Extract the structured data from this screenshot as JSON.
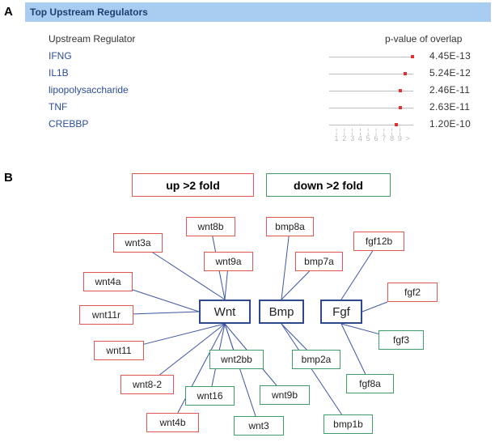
{
  "panels": {
    "a": "A",
    "b": "B"
  },
  "table": {
    "title": "Top Upstream Regulators",
    "col_regulator": "Upstream Regulator",
    "col_pvalue": "p-value of overlap",
    "rows": [
      {
        "name": "IFNG",
        "p": "4.45E-13",
        "neglog": 12.35
      },
      {
        "name": "IL1B",
        "p": "5.24E-12",
        "neglog": 11.28
      },
      {
        "name": "lipopolysaccharide",
        "p": "2.46E-11",
        "neglog": 10.61
      },
      {
        "name": "TNF",
        "p": "2.63E-11",
        "neglog": 10.58
      },
      {
        "name": "CREBBP",
        "p": "1.20E-10",
        "neglog": 9.92
      }
    ],
    "scale": [
      "1",
      "2",
      "3",
      "4",
      "5",
      "6",
      "7",
      "8",
      "9",
      ">"
    ],
    "colors": {
      "link": "#2b4d9a",
      "dot": "#e33030"
    }
  },
  "legend": {
    "up": "up >2 fold",
    "down": "down >2 fold",
    "up_color": "#e0574f",
    "down_color": "#3d9e6a"
  },
  "network": {
    "hubs": [
      {
        "id": "wnt",
        "label": "Wnt"
      },
      {
        "id": "bmp",
        "label": "Bmp"
      },
      {
        "id": "fgf",
        "label": "Fgf"
      }
    ],
    "nodes": [
      {
        "id": "wnt8b",
        "label": "wnt8b",
        "reg": "up",
        "hub": "wnt"
      },
      {
        "id": "wnt3a",
        "label": "wnt3a",
        "reg": "up",
        "hub": "wnt"
      },
      {
        "id": "wnt9a",
        "label": "wnt9a",
        "reg": "up",
        "hub": "wnt"
      },
      {
        "id": "wnt4a",
        "label": "wnt4a",
        "reg": "up",
        "hub": "wnt"
      },
      {
        "id": "wnt11r",
        "label": "wnt11r",
        "reg": "up",
        "hub": "wnt"
      },
      {
        "id": "wnt11",
        "label": "wnt11",
        "reg": "up",
        "hub": "wnt"
      },
      {
        "id": "wnt8-2",
        "label": "wnt8-2",
        "reg": "up",
        "hub": "wnt"
      },
      {
        "id": "wnt4b",
        "label": "wnt4b",
        "reg": "up",
        "hub": "wnt"
      },
      {
        "id": "wnt2bb",
        "label": "wnt2bb",
        "reg": "down",
        "hub": "wnt"
      },
      {
        "id": "wnt16",
        "label": "wnt16",
        "reg": "down",
        "hub": "wnt"
      },
      {
        "id": "wnt9b",
        "label": "wnt9b",
        "reg": "down",
        "hub": "wnt"
      },
      {
        "id": "wnt3",
        "label": "wnt3",
        "reg": "down",
        "hub": "wnt"
      },
      {
        "id": "bmp8a",
        "label": "bmp8a",
        "reg": "up",
        "hub": "bmp"
      },
      {
        "id": "bmp7a",
        "label": "bmp7a",
        "reg": "up",
        "hub": "bmp"
      },
      {
        "id": "bmp2a",
        "label": "bmp2a",
        "reg": "down",
        "hub": "bmp"
      },
      {
        "id": "bmp1b",
        "label": "bmp1b",
        "reg": "down",
        "hub": "bmp"
      },
      {
        "id": "fgf12b",
        "label": "fgf12b",
        "reg": "up",
        "hub": "fgf"
      },
      {
        "id": "fgf2",
        "label": "fgf2",
        "reg": "up",
        "hub": "fgf"
      },
      {
        "id": "fgf3",
        "label": "fgf3",
        "reg": "down",
        "hub": "fgf"
      },
      {
        "id": "fgf8a",
        "label": "fgf8a",
        "reg": "down",
        "hub": "fgf"
      }
    ],
    "edge_color": "#3d56a3"
  }
}
